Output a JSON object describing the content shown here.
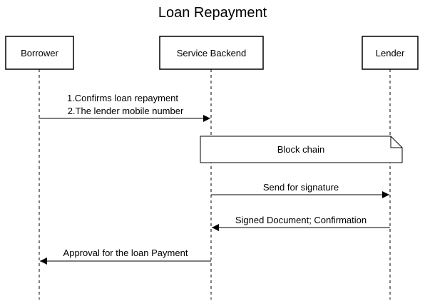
{
  "diagram": {
    "title": "Loan Repayment",
    "participants": [
      {
        "id": "borrower",
        "label": "Borrower"
      },
      {
        "id": "service",
        "label": "Service Backend"
      },
      {
        "id": "lender",
        "label": "Lender"
      }
    ],
    "note": {
      "label": "Block chain"
    },
    "messages": [
      {
        "from": "borrower",
        "to": "service",
        "lines": [
          "1.Confirms loan repayment",
          "2.The lender mobile number"
        ]
      },
      {
        "from": "service",
        "to": "lender",
        "lines": [
          "Send for signature"
        ]
      },
      {
        "from": "lender",
        "to": "service",
        "lines": [
          "Signed Document; Confirmation"
        ]
      },
      {
        "from": "service",
        "to": "borrower",
        "lines": [
          "Approval for the loan Payment"
        ]
      }
    ]
  }
}
